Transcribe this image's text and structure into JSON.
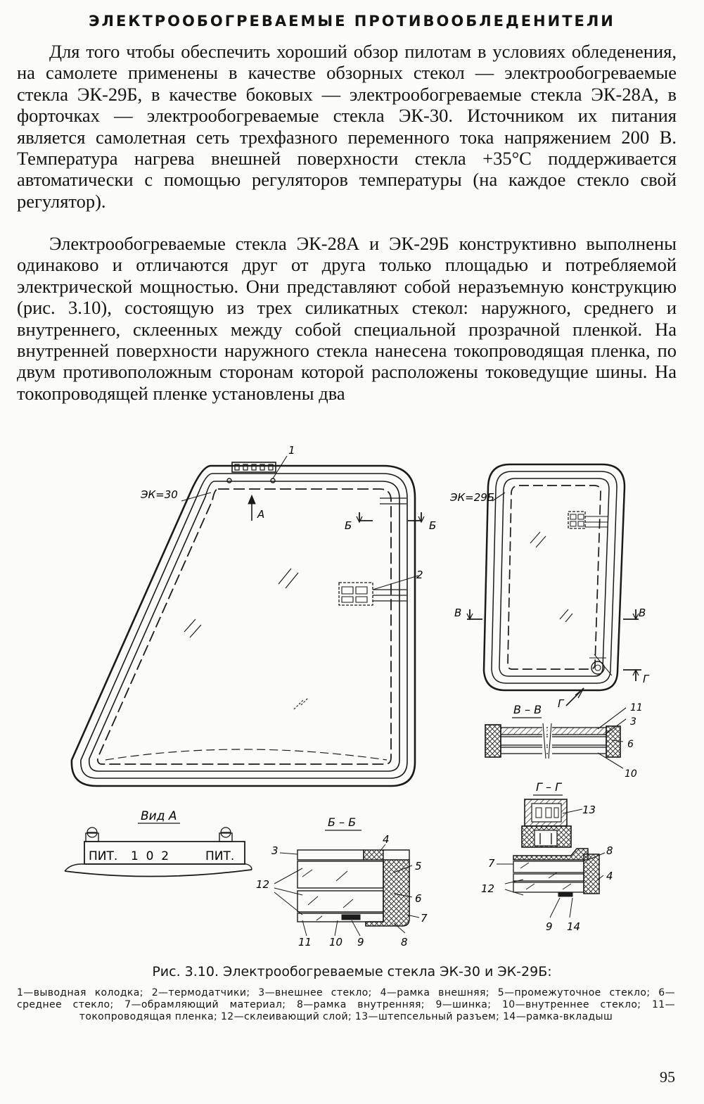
{
  "title": "ЭЛЕКТРООБОГРЕВАЕМЫЕ ПРОТИВООБЛЕДЕНИТЕЛИ",
  "paragraphs": [
    "Для того чтобы обеспечить хороший обзор пилотам в условиях обледенения, на самолете применены в качестве обзорных стекол — электрообогреваемые стекла ЭК-29Б, в качестве боковых — электрообогреваемые стекла ЭК-28А, в форточках — электрообогреваемые стекла ЭК-30. Источником их питания является самолетная сеть трехфазного переменного тока напряжением 200 В. Температура нагрева внешней поверхности стекла +35°С поддерживается автоматически с помощью регуляторов температуры (на каждое стекло свой регулятор).",
    "Электрообогреваемые стекла ЭК-28А и ЭК-29Б конструктивно выполнены одинаково и отличаются друг от друга только площадью и потребляемой электрической мощностью. Они представляют собой неразъемную конструкцию (рис. 3.10), состоящую из трех силикатных стекол: наружного, среднего и внутреннего, склеенных между собой специальной прозрачной пленкой. На внутренней поверхности наружного стекла нанесена токопроводящая пленка, по двум противоположным сторонам которой расположены токоведущие шины. На токопроводящей пленке установлены два"
  ],
  "figure": {
    "ek30_label": "ЭК=30",
    "ek29b_label": "ЭК=29Б",
    "callout_1": "1",
    "callout_2": "2",
    "arrow_a": "А",
    "section_b": "Б",
    "section_v": "В",
    "section_g": "Г",
    "view_a_title": "Вид А",
    "block_text_left": "ПИТ.",
    "block_text_mid": "1  0  2",
    "block_text_right": "ПИТ.",
    "bb_title": "Б – Б",
    "vv_title": "В – В",
    "gg_title": "Г – Г",
    "n3": "3",
    "n4": "4",
    "n5": "5",
    "n6": "6",
    "n7": "7",
    "n8": "8",
    "n9": "9",
    "n10": "10",
    "n11": "11",
    "n12": "12",
    "n13": "13",
    "n14": "14"
  },
  "caption": "Рис. 3.10. Электрообогреваемые стекла ЭК-30 и ЭК-29Б:",
  "legend": "1—выводная колодка; 2—термодатчики; 3—внешнее стекло; 4—рамка внешняя; 5—промежуточное стекло; 6—среднее стекло; 7—обрамляющий материал; 8—рамка внутренняя; 9—шинка; 10—внутреннее стекло; 11—токопроводящая пленка; 12—склеивающий слой; 13—штепсельный разъем; 14—рамка-вкладыш",
  "page_number": "95"
}
